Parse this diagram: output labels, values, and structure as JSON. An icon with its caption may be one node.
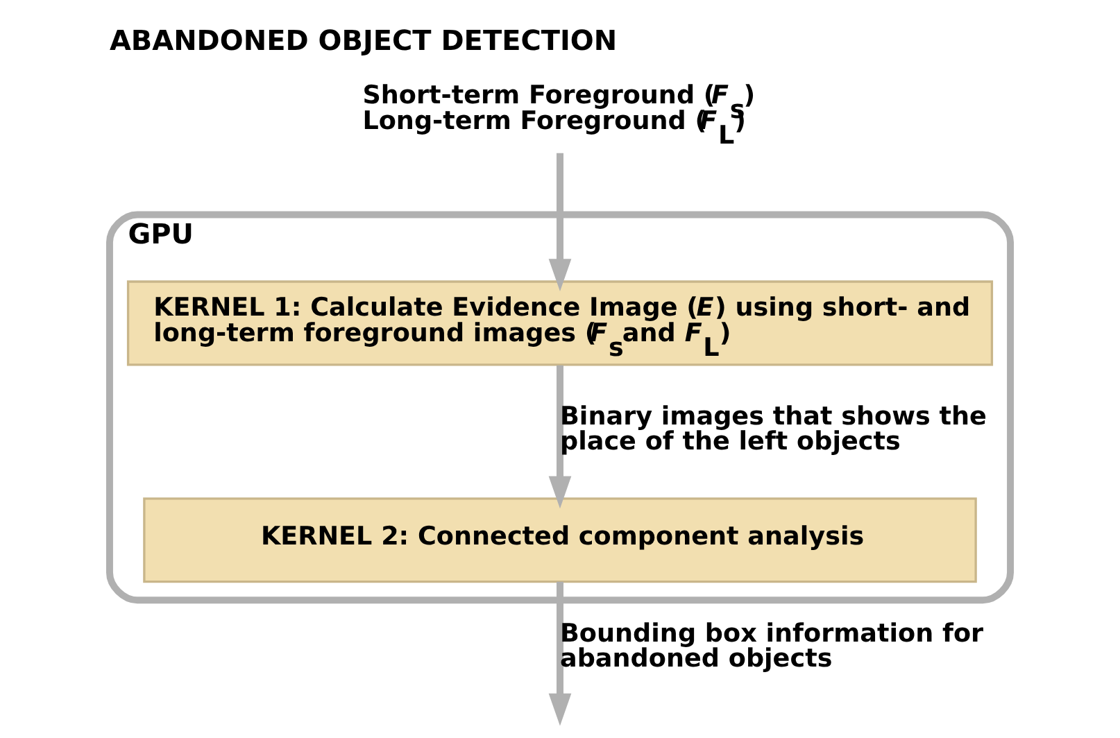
{
  "diagram": {
    "title": "ABANDONED OBJECT DETECTION",
    "nodes": [
      {
        "text": [
          "Short-term Foreground (*F*$_{s}$)",
          "Long-term Foreground (*F*$_{L}$)"
        ]
      },
      {
        "text": [
          "GPU"
        ]
      },
      {
        "text": [
          "KERNEL 1: Calculate Evidence Image (*E*) using short- and long-term foreground images (*F*$_{s}$and *F*$_{L}$)"
        ],
        "in": 1
      },
      {
        "text": [
          "KERNEL 2: Connected component analysis"
        ],
        "in": 1
      }
    ],
    "edges": [
      {
        "from": 0,
        "to": 2,
        "arrow": "to"
      },
      {
        "from": 2,
        "to": 3,
        "arrow": "to",
        "label": "Binary images that shows the place of the left objects"
      },
      {
        "from": 3,
        "to": null,
        "arrow": "to",
        "label": "Bounding box information for abandoned objects"
      }
    ]
  }
}
